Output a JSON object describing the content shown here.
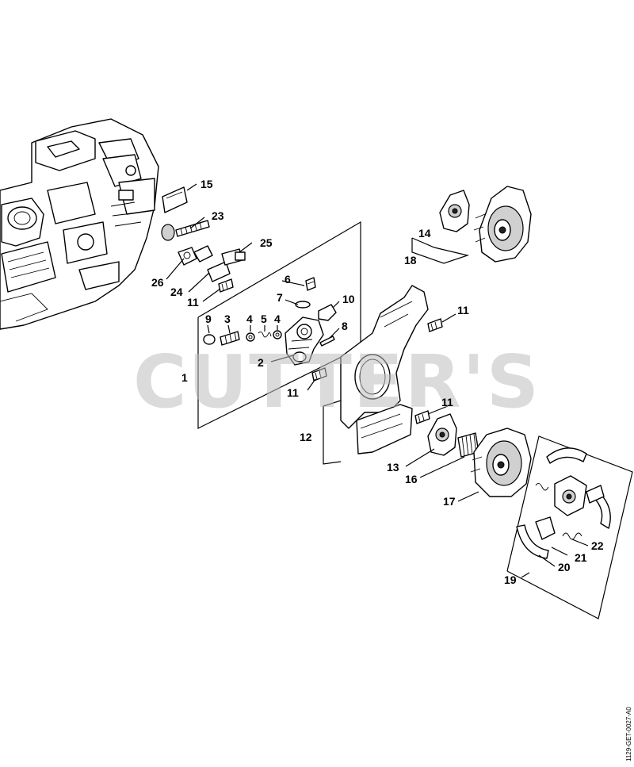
{
  "watermark": "CUTTER'S",
  "drawing_code": "1129-GET-0027-A0",
  "callouts": {
    "c1": "1",
    "c2": "2",
    "c3": "3",
    "c4a": "4",
    "c4b": "4",
    "c5": "5",
    "c6": "6",
    "c7": "7",
    "c8": "8",
    "c9": "9",
    "c10": "10",
    "c11a": "11",
    "c11b": "11",
    "c11c": "11",
    "c11d": "11",
    "c12": "12",
    "c13": "13",
    "c14": "14",
    "c15": "15",
    "c16": "16",
    "c17": "17",
    "c18": "18",
    "c19": "19",
    "c20": "20",
    "c21": "21",
    "c22": "22",
    "c23": "23",
    "c24": "24",
    "c25": "25",
    "c26": "26"
  }
}
